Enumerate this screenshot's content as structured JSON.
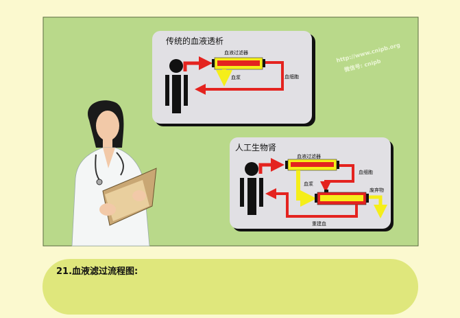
{
  "panel_traditional": {
    "title": "传统的血液透析",
    "filter_label": "血液过滤器",
    "plasma_label": "血浆",
    "cells_label": "血细胞"
  },
  "panel_artificial": {
    "title": "人工生物肾",
    "filter_label": "血液过滤器",
    "plasma_label": "血浆",
    "cells_label": "血细胞",
    "waste_label": "废弃物",
    "rebuilt_label": "重建血"
  },
  "watermark": {
    "line1": "http://www.cnipb.org",
    "line2": "微信号: cnipb"
  },
  "caption": "21.血液滤过流程图:",
  "colors": {
    "panel_bg": "#b9d98a",
    "card_bg": "#e1e0e4",
    "blood": "#e4231f",
    "plasma": "#f5ee1a"
  }
}
